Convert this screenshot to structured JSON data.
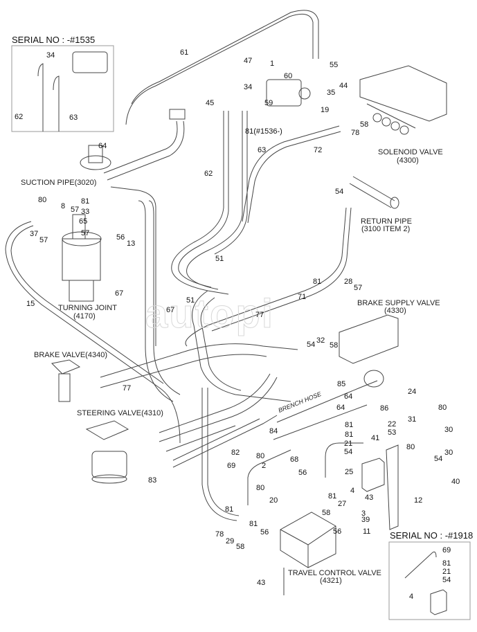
{
  "watermark": "autopi",
  "insets": [
    {
      "serial": "SERIAL NO : -#1535",
      "callouts": [
        "34",
        "62",
        "63"
      ]
    },
    {
      "serial": "SERIAL NO : -#1918",
      "callouts": [
        "69",
        "81",
        "21",
        "54",
        "4"
      ]
    }
  ],
  "components": {
    "solenoid_valve": {
      "name": "SOLENOID VALVE",
      "code": "(4300)"
    },
    "suction_pipe": {
      "name": "SUCTION PIPE(3020)"
    },
    "return_pipe": {
      "name": "RETURN PIPE",
      "code": "(3100 ITEM 2)"
    },
    "turning_joint": {
      "name": "TURNING JOINT",
      "code": "(4170)"
    },
    "brake_supply_valve": {
      "name": "BRAKE SUPPLY VALVE",
      "code": "(4330)"
    },
    "brake_valve": {
      "name": "BRAKE VALVE(4340)"
    },
    "steering_valve": {
      "name": "STEERING VALVE(4310)"
    },
    "travel_control_valve": {
      "name": "TRAVEL CONTROL VALVE",
      "code": "(4321)"
    },
    "brench_hose": {
      "name": "BRENCH HOSE"
    }
  },
  "callouts": [
    "61",
    "47",
    "1",
    "55",
    "44",
    "60",
    "35",
    "34",
    "45",
    "59",
    "81(#1536-)",
    "63",
    "19",
    "58",
    "78",
    "72",
    "64",
    "62",
    "80",
    "8",
    "81",
    "57",
    "33",
    "65",
    "37",
    "57",
    "56",
    "13",
    "57",
    "54",
    "51",
    "67",
    "67",
    "51",
    "71",
    "77",
    "81",
    "28",
    "57",
    "54",
    "32",
    "58",
    "15",
    "77",
    "85",
    "24",
    "64",
    "64",
    "86",
    "80",
    "31",
    "30",
    "84",
    "81",
    "22",
    "53",
    "41",
    "81",
    "21",
    "80",
    "54",
    "30",
    "82",
    "83",
    "80",
    "2",
    "56",
    "68",
    "25",
    "69",
    "80",
    "54",
    "40",
    "4",
    "43",
    "20",
    "81",
    "12",
    "81",
    "27",
    "58",
    "3",
    "39",
    "81",
    "78",
    "29",
    "56",
    "58",
    "56",
    "11",
    "43"
  ]
}
